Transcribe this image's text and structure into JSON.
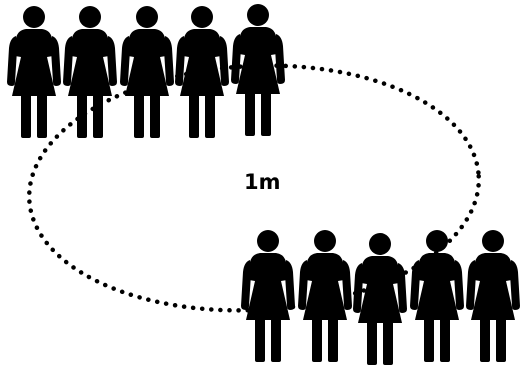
{
  "diagram": {
    "distance_label": "1m",
    "figure_icon": "woman-figure-icon",
    "groups": [
      {
        "id": "top-group",
        "count": 5
      },
      {
        "id": "bottom-group",
        "count": 5
      }
    ],
    "colors": {
      "figure": "#000000",
      "dotted_loop": "#000000",
      "background": "#ffffff"
    }
  }
}
